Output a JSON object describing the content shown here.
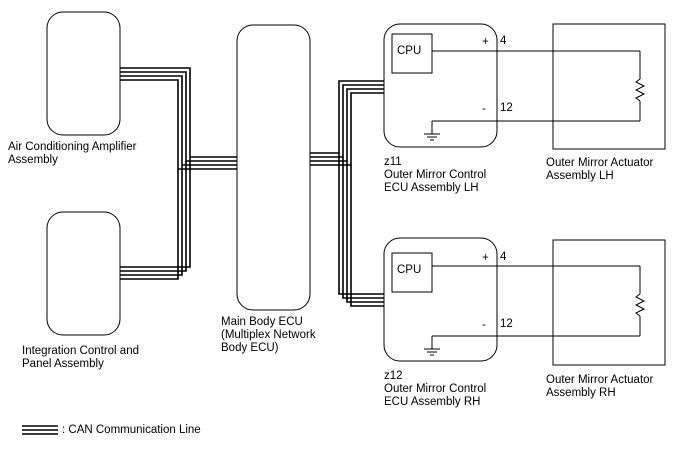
{
  "components": {
    "ac_amplifier": {
      "label_line1": "Air Conditioning Amplifier",
      "label_line2": "Assembly"
    },
    "integration_panel": {
      "label_line1": "Integration Control and",
      "label_line2": "Panel Assembly"
    },
    "main_body_ecu": {
      "label_line1": "Main Body ECU",
      "label_line2": "(Multiplex Network",
      "label_line3": "Body ECU)"
    },
    "mirror_ecu_lh": {
      "connector": "z11",
      "label_line1": "Outer Mirror Control",
      "label_line2": "ECU Assembly LH",
      "cpu_label": "CPU",
      "pin_plus_sign": "+",
      "pin_minus_sign": "-",
      "pin_plus_number": "4",
      "pin_minus_number": "12"
    },
    "mirror_ecu_rh": {
      "connector": "z12",
      "label_line1": "Outer Mirror Control",
      "label_line2": "ECU Assembly RH",
      "cpu_label": "CPU",
      "pin_plus_sign": "+",
      "pin_minus_sign": "-",
      "pin_plus_number": "4",
      "pin_minus_number": "12"
    },
    "actuator_lh": {
      "label_line1": "Outer Mirror Actuator",
      "label_line2": "Assembly LH"
    },
    "actuator_rh": {
      "label_line1": "Outer Mirror Actuator",
      "label_line2": "Assembly RH"
    }
  },
  "legend": {
    "can_line_label": ": CAN Communication Line"
  },
  "colors": {
    "line": "#000000",
    "background": "#ffffff"
  }
}
